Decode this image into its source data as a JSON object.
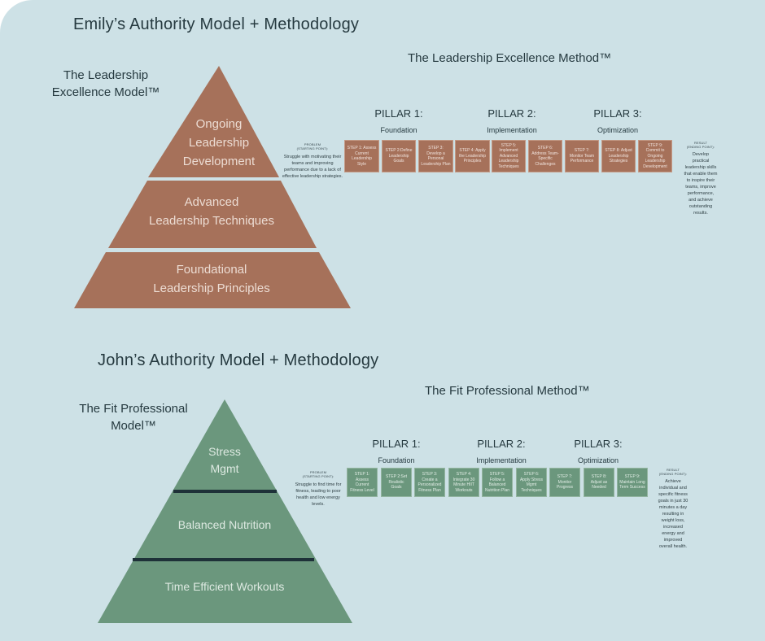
{
  "colors": {
    "background": "#cde1e6",
    "emily_accent": "#a6715a",
    "john_accent": "#6b977d",
    "divider": "#1e3138",
    "text": "#263a40"
  },
  "sections": [
    {
      "heading": "Emily’s Authority Model + Methodology",
      "model": {
        "title": "The Leadership Excellence Model™",
        "title_lines": [
          "The Leadership",
          "Excellence Model™"
        ],
        "layers": [
          {
            "lines": [
              "Ongoing",
              "Leadership",
              "Development"
            ]
          },
          {
            "lines": [
              "Advanced",
              "Leadership Techniques"
            ]
          },
          {
            "lines": [
              "Foundational",
              "Leadership Principles"
            ]
          }
        ]
      },
      "method": {
        "title": "The Leadership Excellence Method™",
        "pillars": [
          {
            "label": "PILLAR 1:",
            "subtitle": "Foundation"
          },
          {
            "label": "PILLAR 2:",
            "subtitle": "Implementation"
          },
          {
            "label": "PILLAR 3:",
            "subtitle": "Optimization"
          }
        ],
        "problem": {
          "label_line1": "PROBLEM",
          "label_line2": "(STARTING POINT):",
          "text": "Struggle with motivating their teams and improving performance due to a lack of effective leadership strategies."
        },
        "steps": [
          "STEP 1: Assess Current Leadership Style",
          "STEP 2:Define Leadership Goals",
          "STEP 3: Develop a Personal Leadership Plan",
          "STEP 4: Apply the Leadership Principles",
          "STEP 5: Implement Advanced Leadership Techniques",
          "STEP 6: Address Team-Specific Challenges",
          "STEP 7: Monitor Team Performance",
          "STEP 8: Adjust Leadership Strategies",
          "STEP 9: Commit to Ongoing Leadership Development"
        ],
        "result": {
          "label_line1": "RESULT",
          "label_line2": "(ENDING POINT):",
          "text": "Develop practical leadership skills that enable them to inspire their teams, improve performance, and achieve outstanding results."
        }
      }
    },
    {
      "heading": "John’s Authority Model + Methodology",
      "model": {
        "title": "The Fit Professional Model™",
        "title_lines": [
          "The Fit Professional",
          "Model™"
        ],
        "layers": [
          {
            "lines": [
              "Stress",
              "Mgmt"
            ]
          },
          {
            "lines": [
              "Balanced Nutrition"
            ]
          },
          {
            "lines": [
              "Time Efficient Workouts"
            ]
          }
        ]
      },
      "method": {
        "title": "The Fit Professional Method™",
        "pillars": [
          {
            "label": "PILLAR 1:",
            "subtitle": "Foundation"
          },
          {
            "label": "PILLAR 2:",
            "subtitle": "Implementation"
          },
          {
            "label": "PILLAR 3:",
            "subtitle": "Optimization"
          }
        ],
        "problem": {
          "label_line1": "PROBLEM",
          "label_line2": "(STARTING POINT):",
          "text": "Struggle to find time for fitness, leading to poor health and low energy levels."
        },
        "steps": [
          "STEP 1: Assess Current Fitness Level",
          "STEP 2:Set Realistic Goals",
          "STEP 3: Create a Personalized Fitness Plan",
          "STEP 4: Integrate 30 Minute HIIT Workouts",
          "STEP 5: Follow a Balanced Nutrition Plan",
          "STEP 6: Apply Stress Mgmt Techniques",
          "STEP 7: Monitor Progress",
          "STEP 8: Adjust as Needed",
          "STEP 9: Maintain Long Term Success"
        ],
        "result": {
          "label_line1": "RESULT",
          "label_line2": "(ENDING POINT):",
          "text": "Achieve individual and specific fitness goals in just 30 minutes a day resulting in weight loss, increased energy and improved overall health."
        }
      }
    }
  ]
}
